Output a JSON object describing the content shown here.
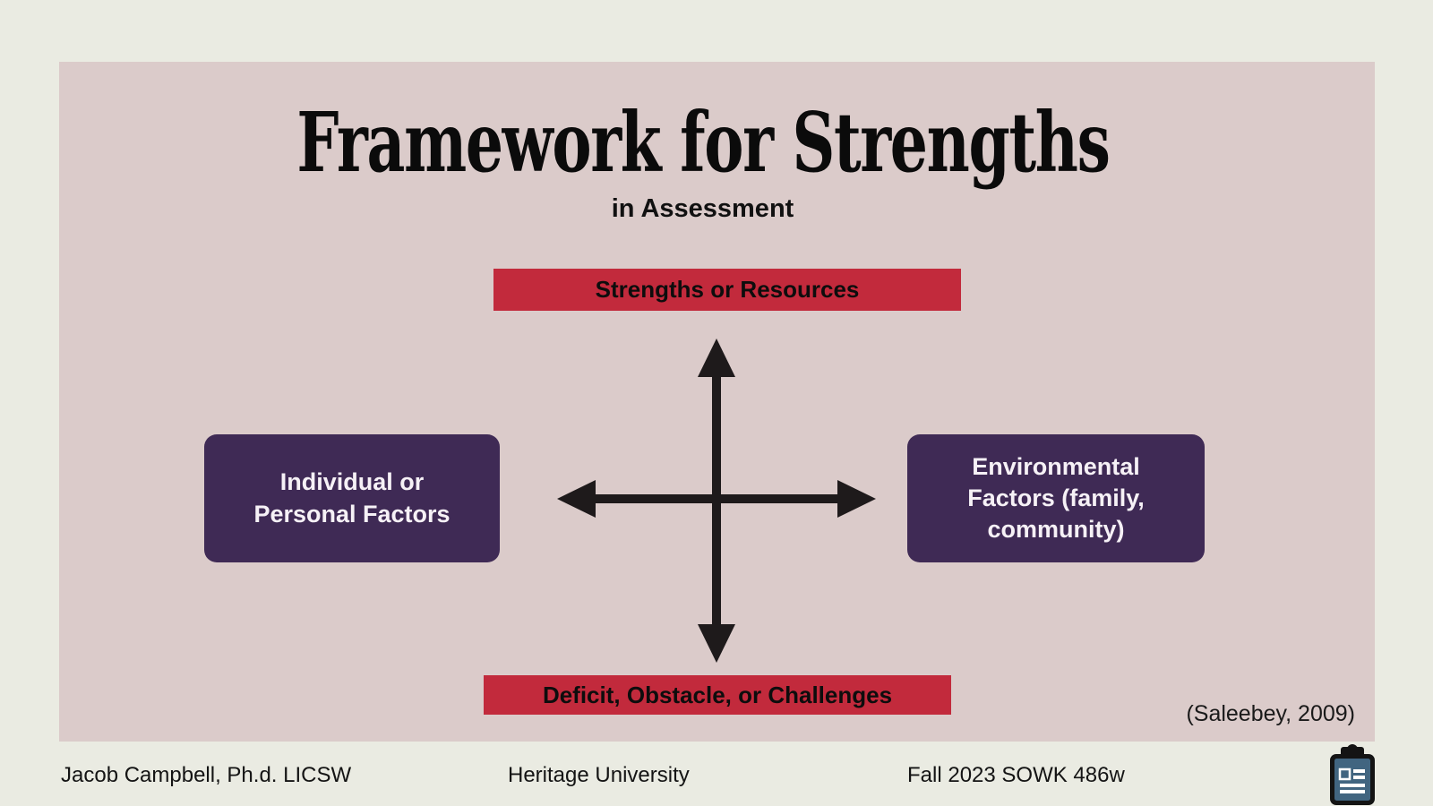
{
  "slide": {
    "title": "Framework for Strengths",
    "subtitle": "in Assessment",
    "diagram": {
      "top_label": "Strengths or Resources",
      "bottom_label": "Deficit, Obstacle, or Challenges",
      "left_label": "Individual or\nPersonal Factors",
      "right_label": "Environmental\nFactors (family,\ncommunity)"
    },
    "citation": "(Saleebey, 2009)"
  },
  "footer": {
    "author": "Jacob Campbell, Ph.d. LICSW",
    "institution": "Heritage University",
    "course": "Fall 2023 SOWK 486w"
  },
  "icons": {
    "clipboard": "clipboard-icon"
  },
  "colors": {
    "page_background": "#EAEBE2",
    "slide_background": "#DBCBCA",
    "banner_red": "#C22A3C",
    "box_purple": "#3F2A55",
    "arrow_black": "#1E1A1B",
    "clipboard_blue": "#416580",
    "box_text": "#F6F1F6",
    "text_black": "#111111"
  }
}
